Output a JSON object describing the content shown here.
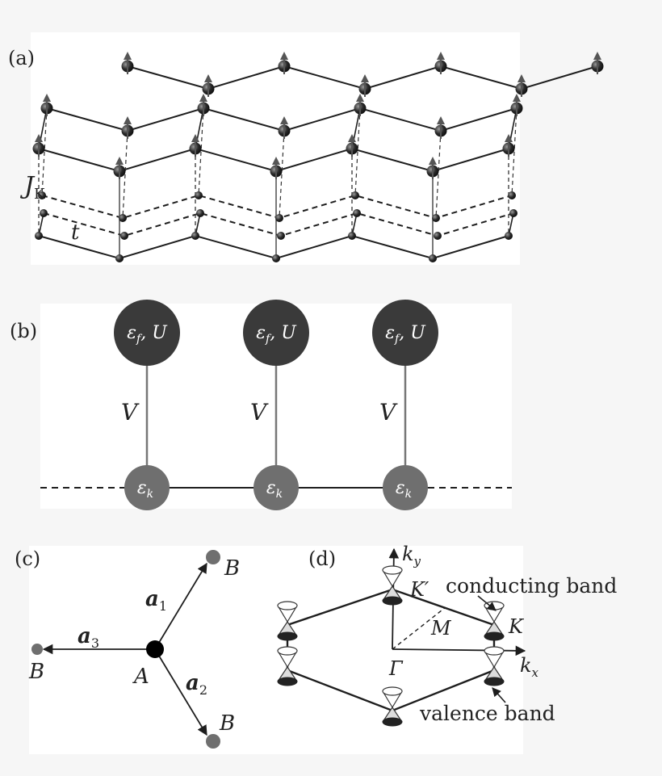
{
  "panels": {
    "a": {
      "label": "(a)",
      "coupling_label": "J",
      "coupling_subscript": "K",
      "hopping_label": "t"
    },
    "b": {
      "label": "(b)",
      "f_site_label": "ε",
      "f_site_subscript": "f",
      "f_site_suffix": ", U",
      "hybridization_label": "V",
      "conduction_label": "ε",
      "conduction_subscript": "k"
    },
    "c": {
      "label": "(c)",
      "center_site": "A",
      "neighbor_site": "B",
      "vector_symbol": "a",
      "vector_1_index": "1",
      "vector_2_index": "2",
      "vector_3_index": "3"
    },
    "d": {
      "label": "(d)",
      "ky_label": "k",
      "ky_subscript": "y",
      "kx_label": "k",
      "kx_subscript": "x",
      "gamma_label": "Γ",
      "k_point": "K",
      "k_prime_point": "K′",
      "m_point": "M",
      "conducting_band": "conducting band",
      "valence_band": "valence band"
    }
  },
  "colors": {
    "background": "#f6f6f6",
    "panel_background": "#ffffff",
    "dark_node": "#3a3a3a",
    "grey_node": "#6f6f6f",
    "line": "#1e1e1e"
  }
}
